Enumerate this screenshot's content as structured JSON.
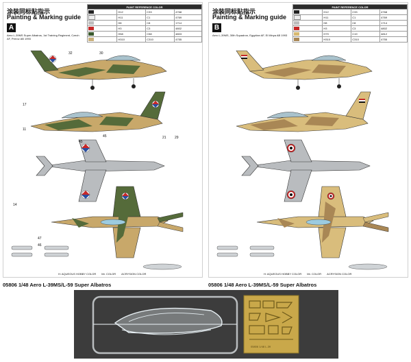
{
  "sheets": [
    {
      "title_zh": "涂装同标贴指示",
      "title_en": "Painting & Marking guide",
      "letter": "A",
      "caption": "Aero L-39MS Super Albatros, 1st Training Regiment, Czech AF, Prerov AB 1993",
      "table_header": "PAINT REFERENCE COLOR",
      "table_rows": [
        {
          "hobby": "H12",
          "mr": "C33",
          "acr": "4768",
          "color": "#222222"
        },
        {
          "hobby": "H11",
          "mr": "C1",
          "acr": "4769",
          "color": "#eeeeee"
        },
        {
          "hobby": "H8",
          "mr": "C8",
          "acr": "1714",
          "color": "#bdbdbd"
        },
        {
          "hobby": "H3",
          "mr": "C3",
          "acr": "4802",
          "color": "#c62828"
        },
        {
          "hobby": "H58",
          "mr": "C58",
          "acr": "4803",
          "color": "#3b5a2e"
        },
        {
          "hobby": "H310",
          "mr": "C310",
          "acr": "4755",
          "color": "#c9b07a"
        }
      ]
    },
    {
      "title_zh": "涂装同标贴指示",
      "title_en": "Painting & Marking guide",
      "letter": "B",
      "caption": "Aero L-39MS, 30th Squadron, Egyptian AF, El Minya AB 1993",
      "table_header": "PAINT REFERENCE COLOR",
      "table_rows": [
        {
          "hobby": "H12",
          "mr": "C33",
          "acr": "4768",
          "color": "#222222"
        },
        {
          "hobby": "H11",
          "mr": "C1",
          "acr": "4769",
          "color": "#eeeeee"
        },
        {
          "hobby": "H8",
          "mr": "C8",
          "acr": "1714",
          "color": "#bdbdbd"
        },
        {
          "hobby": "H3",
          "mr": "C3",
          "acr": "4802",
          "color": "#c62828"
        },
        {
          "hobby": "H79",
          "mr": "C19",
          "acr": "4812",
          "color": "#d7b971"
        },
        {
          "hobby": "H310",
          "mr": "C310",
          "acr": "4755",
          "color": "#a98755"
        }
      ]
    }
  ],
  "legend": {
    "hobby": "H: AQUEOUS HOBBY COLOR",
    "mr": "Mr. COLOR",
    "acr": "ACRYSION COLOR"
  },
  "footer_a": "05806 1/48 Aero L-39MS/L-59 Super Albatros",
  "footer_b": "05806 1/48 Aero L-39MS/L-59 Super Albatros",
  "fret_text": "05806 1/48 L-39",
  "callouts": [
    "32",
    "30",
    "17",
    "11",
    "45",
    "47",
    "46",
    "14",
    "45",
    "21",
    "29"
  ],
  "colors": {
    "camo_green": "#556b3a",
    "camo_tan": "#c8a86a",
    "camo_sand": "#d9bd7c",
    "belly_grey": "#b9bcbf",
    "photo_bg": "#3c3c3c",
    "fret_gold": "#c9a84a"
  }
}
